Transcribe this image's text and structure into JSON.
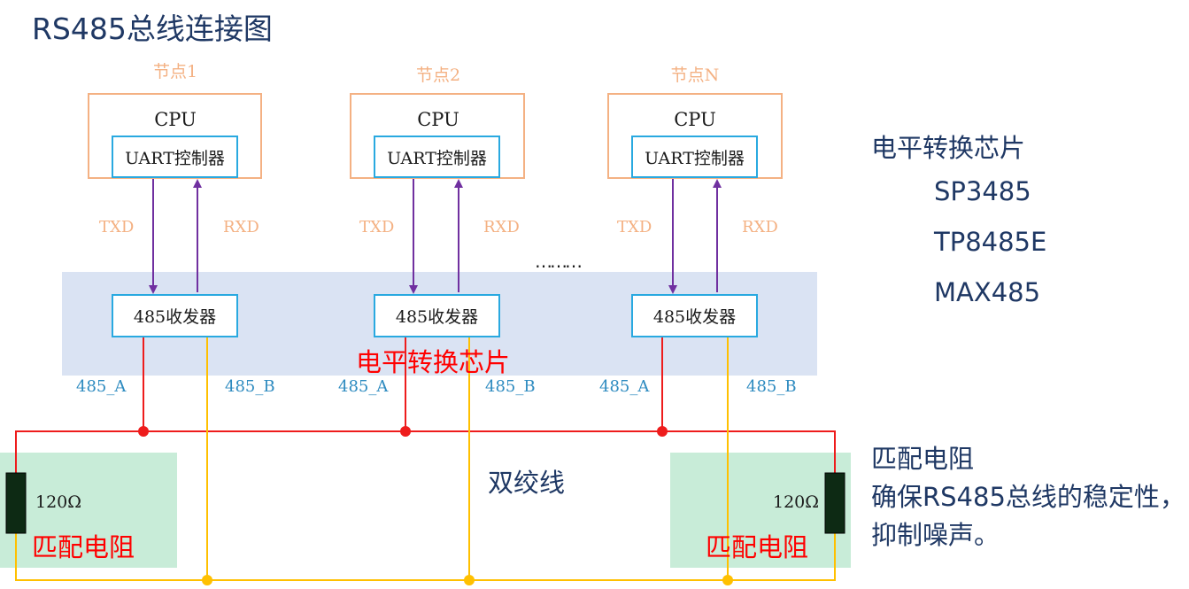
{
  "title": "RS485总线连接图",
  "band_label": "电平转换芯片",
  "dots": "………",
  "twisted_pair": "双绞线",
  "nodes": [
    {
      "label": "节点1",
      "cpu": "CPU",
      "uart": "UART控制器",
      "txd": "TXD",
      "rxd": "RXD",
      "transceiver": "485收发器",
      "bus_a": "485_A",
      "bus_b": "485_B"
    },
    {
      "label": "节点2",
      "cpu": "CPU",
      "uart": "UART控制器",
      "txd": "TXD",
      "rxd": "RXD",
      "transceiver": "485收发器",
      "bus_a": "485_A",
      "bus_b": "485_B"
    },
    {
      "label": "节点N",
      "cpu": "CPU",
      "uart": "UART控制器",
      "txd": "TXD",
      "rxd": "RXD",
      "transceiver": "485收发器",
      "bus_a": "485_A",
      "bus_b": "485_B"
    }
  ],
  "terminators": [
    {
      "value": "120Ω",
      "label": "匹配电阻"
    },
    {
      "value": "120Ω",
      "label": "匹配电阻"
    }
  ],
  "side_panel": {
    "chip_heading": "电平转换芯片",
    "chips": [
      "SP3485",
      "TP8485E",
      "MAX485"
    ],
    "resistor_heading": "匹配电阻",
    "resistor_desc_1": "确保RS485总线的稳定性，",
    "resistor_desc_2": "抑制噪声。"
  },
  "colors": {
    "signal_arrow": "#7030a0",
    "bus_a": "#ee1c1c",
    "bus_b": "#ffc000",
    "cpu_border": "#f4b183",
    "module_border": "#29a9e0",
    "band": "#dae3f3",
    "terminator_zone": "#c8ecd8"
  }
}
